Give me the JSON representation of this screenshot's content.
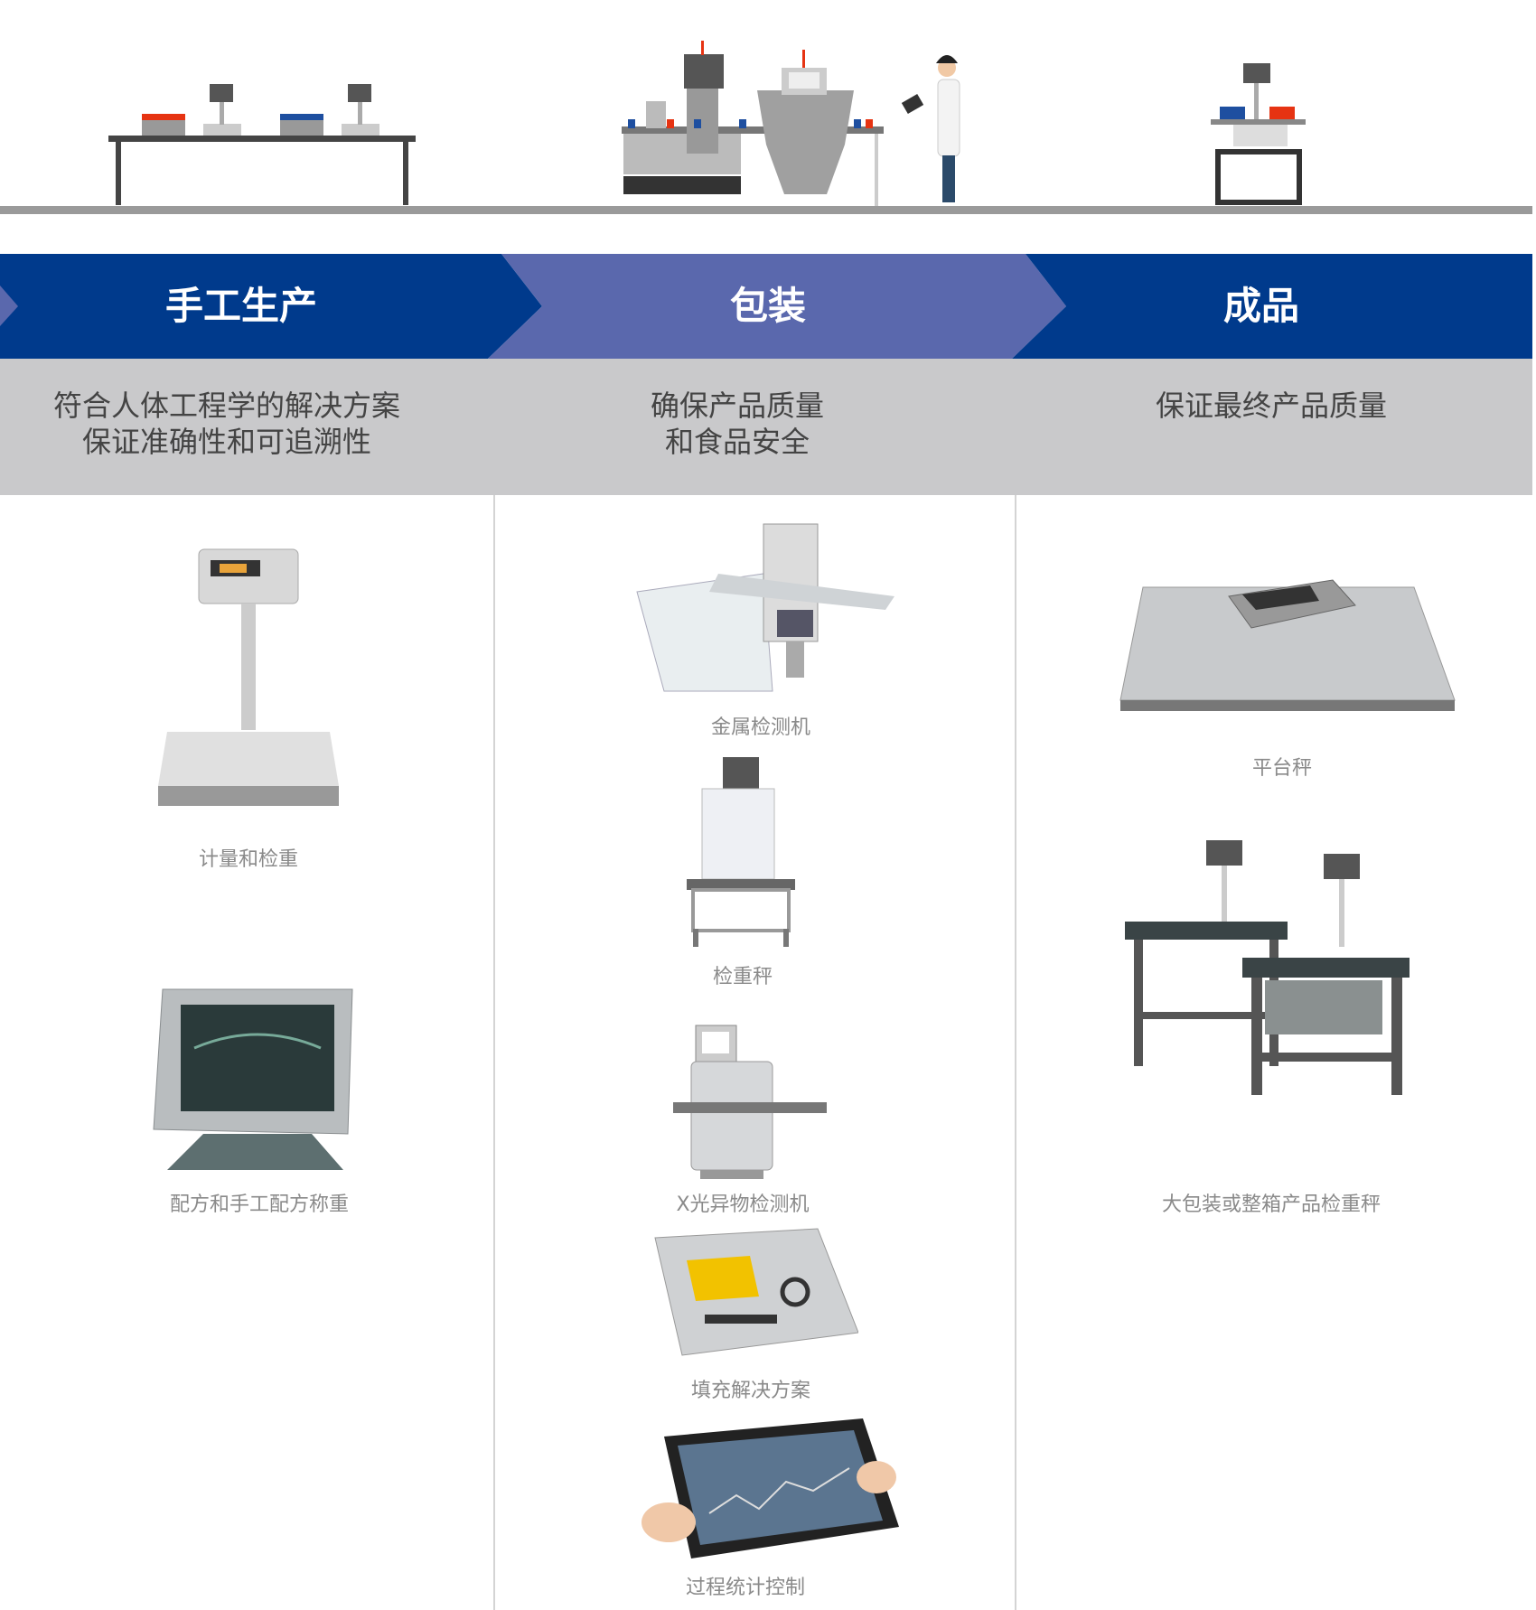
{
  "stages": [
    {
      "title": "手工生产",
      "subtitle_lines": [
        "符合人体工程学的解决方案",
        "保证准确性和可追溯性"
      ],
      "products": [
        "计量和检重",
        "配方和手工配方称重"
      ]
    },
    {
      "title": "包装",
      "subtitle_lines": [
        "确保产品质量",
        "和食品安全"
      ],
      "products": [
        "金属检测机",
        "检重秤",
        "X光异物检测机",
        "填充解决方案",
        "过程统计控制"
      ]
    },
    {
      "title": "成品",
      "subtitle_lines": [
        "保证最终产品质量"
      ],
      "products": [
        "平台秤",
        "大包装或整箱产品检重秤"
      ]
    }
  ],
  "colors": {
    "dark_blue": "#003A8C",
    "light_blue": "#5A68AD",
    "gray_band": "#C9C9CB",
    "red": "#E63312",
    "blue": "#1E4FA0"
  }
}
